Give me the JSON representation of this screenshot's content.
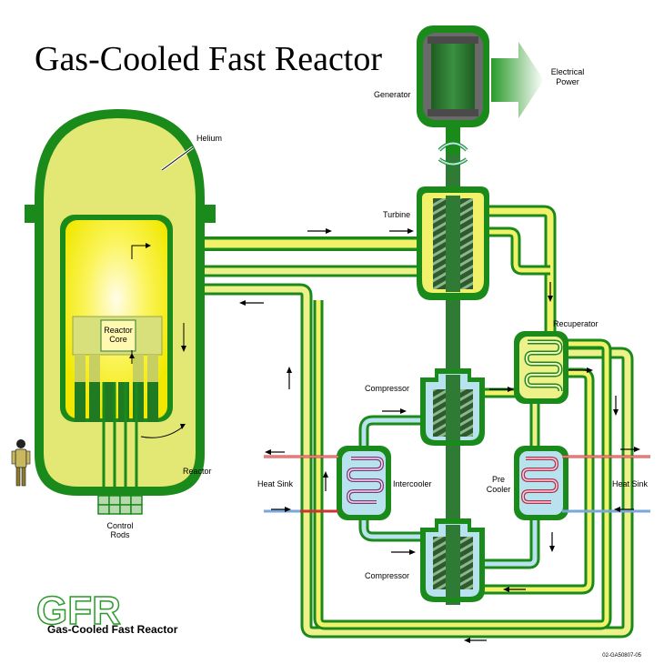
{
  "title": "Gas-Cooled Fast Reactor",
  "labels": {
    "generator": "Generator",
    "electrical_power_line1": "Electrical",
    "electrical_power_line2": "Power",
    "helium": "Helium",
    "turbine": "Turbine",
    "recuperator": "Recuperator",
    "reactor_core_line1": "Reactor",
    "reactor_core_line2": "Core",
    "compressor_top": "Compressor",
    "compressor_bottom": "Compressor",
    "intercooler": "Intercooler",
    "precooler_line1": "Pre",
    "precooler_line2": "Cooler",
    "heat_sink_left": "Heat Sink",
    "heat_sink_right": "Heat Sink",
    "reactor": "Reactor",
    "control_rods_line1": "Control",
    "control_rods_line2": "Rods"
  },
  "logo": {
    "abbrev": "GFR",
    "name": "Gas-Cooled Fast Reactor"
  },
  "figure_code": "02-GA50807-05",
  "colors": {
    "outline_green": "#1a8a1a",
    "pipe_yellow": "#f2f26a",
    "pale_yellow": "#eef08a",
    "core_yellow": "#f8f200",
    "cool_blue": "#b8e2ee",
    "hot_red": "#d23030",
    "shaft_green": "#2f7a34"
  }
}
